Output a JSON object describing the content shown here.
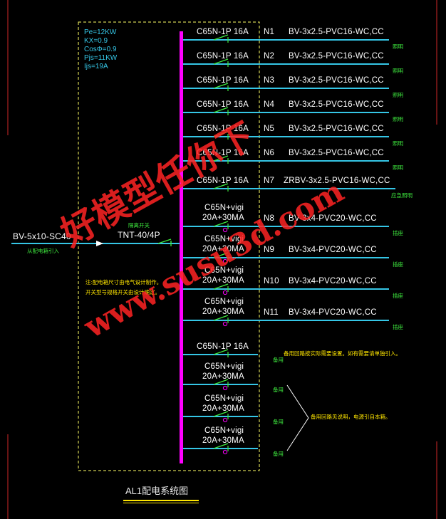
{
  "params": [
    "Pe=12KW",
    "KX=0.9",
    "CosΦ=0.9",
    "Pjs=11KW",
    "Ijs=19A"
  ],
  "incoming": {
    "cable": "BV-5x10-SC40",
    "source_note": "从配电箱引入",
    "switch_note": "隔离开关",
    "switch": "TNT-40/4P"
  },
  "notes": {
    "box_note_1": "注:配电箱尺寸由电气设计制作。",
    "box_note_2": "开关型号规格开关由设计确定。",
    "spare_note_1": "备用回路按实际需要设置。如有需要请单独引入。",
    "spare_note_2": "备用回路见说明，电源引自本箱。"
  },
  "circuits": [
    {
      "breaker": "C65N-1P 16A",
      "id": "N1",
      "cable": "BV-3x2.5-PVC16-WC,CC",
      "load": "照明"
    },
    {
      "breaker": "C65N-1P 16A",
      "id": "N2",
      "cable": "BV-3x2.5-PVC16-WC,CC",
      "load": "照明"
    },
    {
      "breaker": "C65N-1P 16A",
      "id": "N3",
      "cable": "BV-3x2.5-PVC16-WC,CC",
      "load": "照明"
    },
    {
      "breaker": "C65N-1P 16A",
      "id": "N4",
      "cable": "BV-3x2.5-PVC16-WC,CC",
      "load": "照明"
    },
    {
      "breaker": "C65N-1P 16A",
      "id": "N5",
      "cable": "BV-3x2.5-PVC16-WC,CC",
      "load": "照明"
    },
    {
      "breaker": "C65N-1P 16A",
      "id": "N6",
      "cable": "BV-3x2.5-PVC16-WC,CC",
      "load": "照明"
    },
    {
      "breaker": "C65N-1P 16A",
      "id": "N7",
      "cable": "ZRBV-3x2.5-PVC16-WC,CC",
      "load": "应急照明"
    },
    {
      "breaker": "C65N+vigi 20A+30MA",
      "id": "N8",
      "cable": "BV-3x4-PVC20-WC,CC",
      "load": "插座"
    },
    {
      "breaker": "C65N+vigi 20A+30MA",
      "id": "N9",
      "cable": "BV-3x4-PVC20-WC,CC",
      "load": "插座"
    },
    {
      "breaker": "C65N+vigi 20A+30MA",
      "id": "N10",
      "cable": "BV-3x4-PVC20-WC,CC",
      "load": "插座"
    },
    {
      "breaker": "C65N+vigi 20A+30MA",
      "id": "N11",
      "cable": "BV-3x4-PVC20-WC,CC",
      "load": "插座"
    }
  ],
  "spares": [
    {
      "breaker": "C65N-1P 16A",
      "label": "备用"
    },
    {
      "breaker": "C65N+vigi 20A+30MA",
      "label": "备用"
    },
    {
      "breaker": "C65N+vigi 20A+30MA",
      "label": "备用"
    },
    {
      "breaker": "C65N+vigi 20A+30MA",
      "label": "备用"
    }
  ],
  "title": "AL1配电系统图",
  "watermark": {
    "line1": "好模型任你下",
    "line2": "www.susu3d.com"
  },
  "colors": {
    "bus": "#ff00ff",
    "feeder": "#35c6e6",
    "switch": "#3ee83e",
    "frame": "#ffff66",
    "text": "#ffffff",
    "note": "#3ee83e",
    "title_underline": "#ffe600"
  }
}
